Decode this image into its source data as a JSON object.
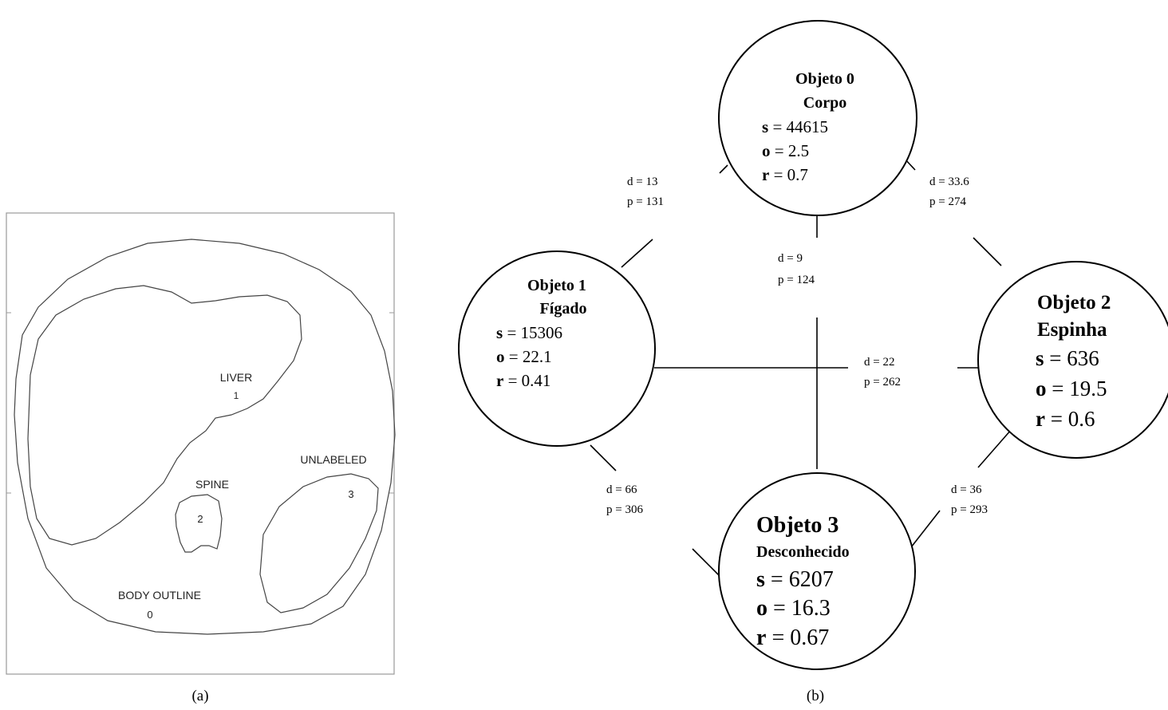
{
  "panel_a": {
    "caption": "(a)",
    "labels": {
      "liver": "LIVER",
      "liver_num": "1",
      "spine": "SPINE",
      "spine_num": "2",
      "unlabeled": "UNLABELED",
      "unlabeled_num": "3",
      "body": "BODY OUTLINE",
      "body_num": "0"
    }
  },
  "panel_b": {
    "caption": "(b)",
    "nodes": [
      {
        "title": "Objeto 0",
        "name": "Corpo",
        "s_key": "s",
        "s": "44615",
        "o_key": "o",
        "o": "2.5",
        "r_key": "r",
        "r": "0.7"
      },
      {
        "title": "Objeto 1",
        "name": "Fígado",
        "s_key": "s",
        "s": "15306",
        "o_key": "o",
        "o": "22.1",
        "r_key": "r",
        "r": "0.41"
      },
      {
        "title": "Objeto 2",
        "name": "Espinha",
        "s_key": "s",
        "s": "636",
        "o_key": "o",
        "o": "19.5",
        "r_key": "r",
        "r": "0.6"
      },
      {
        "title": "Objeto 3",
        "name": "Desconhecido",
        "s_key": "s",
        "s": "6207",
        "o_key": "o",
        "o": "16.3",
        "r_key": "r",
        "r": "0.67"
      }
    ],
    "edges": [
      {
        "d": "d = 13",
        "p": "p = 131"
      },
      {
        "d": "d = 33.6",
        "p": "p = 274"
      },
      {
        "d": "d = 9",
        "p": "p = 124"
      },
      {
        "d": "d = 22",
        "p": "p = 262"
      },
      {
        "d": "d = 66",
        "p": "p = 306"
      },
      {
        "d": "d = 36",
        "p": "p = 293"
      }
    ]
  }
}
